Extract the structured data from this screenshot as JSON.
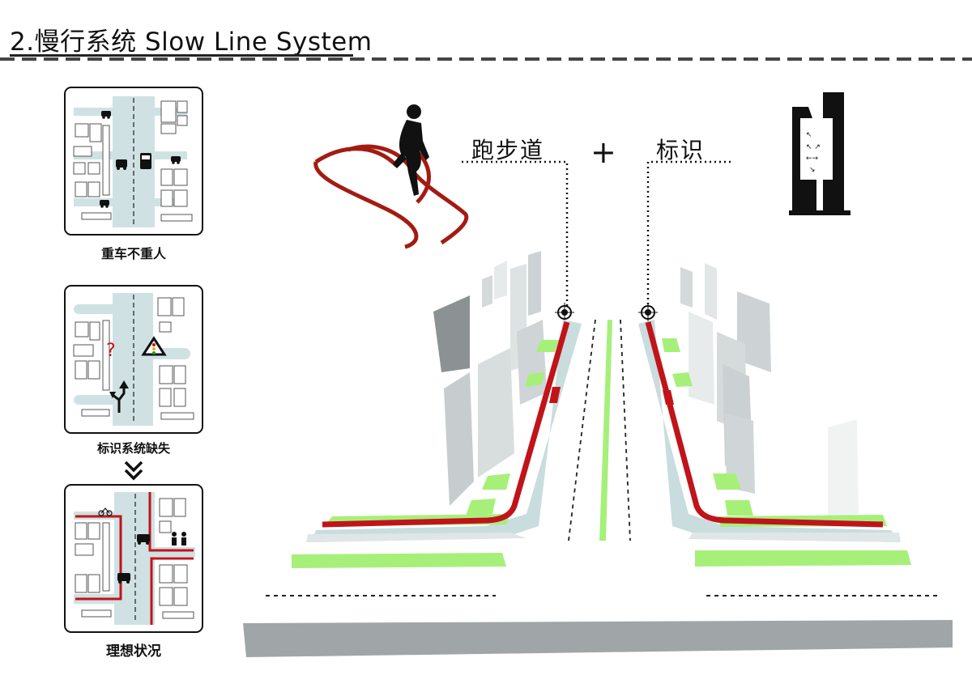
{
  "header": {
    "title": "2.慢行系统 Slow Line System"
  },
  "panels": [
    {
      "caption": "重车不重人"
    },
    {
      "caption": "标识系统缺失"
    },
    {
      "caption": "理想状况"
    }
  ],
  "diagram": {
    "left_label": "跑步道",
    "plus_sign": "+",
    "right_label": "标识"
  },
  "colors": {
    "road": "#cfe1e3",
    "building": "#ffffff",
    "red_path": "#c0141a",
    "green": "#a6f07a",
    "shadow_gray": "#9aa3a5",
    "dark": "#111111"
  }
}
